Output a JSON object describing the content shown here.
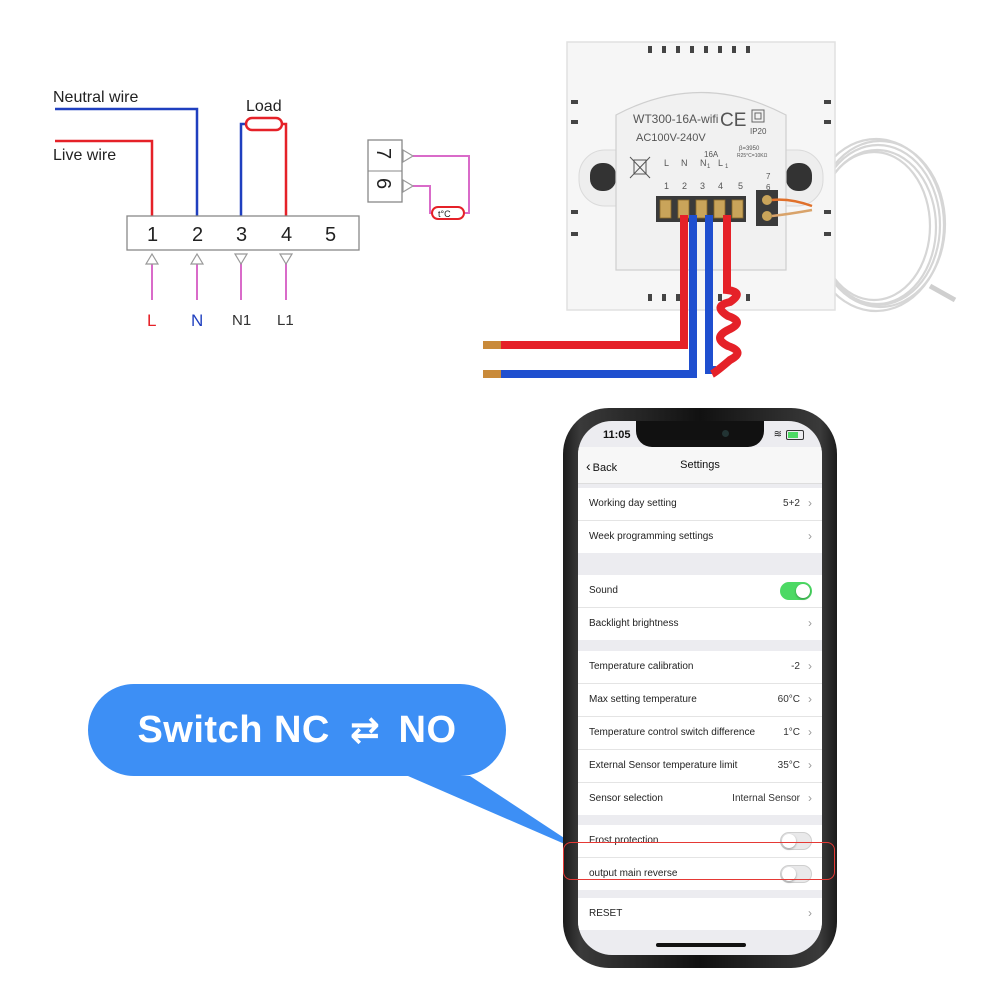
{
  "wiring": {
    "neutral_wire_label": "Neutral wire",
    "live_wire_label": "Live wire",
    "load_label": "Load",
    "terminals": [
      "1",
      "2",
      "3",
      "4",
      "5"
    ],
    "sensor_terminals": [
      "7",
      "6"
    ],
    "sensor_label": "t°C",
    "pin_labels": [
      "L",
      "N",
      "N1",
      "L1"
    ],
    "colors": {
      "live": "#e52128",
      "neutral": "#1f3fbf",
      "signal": "#d96bc9"
    }
  },
  "device": {
    "model": "WT300-16A-wifi",
    "voltage": "AC100V-240V",
    "ce_mark": "CE",
    "ip_rating": "IP20",
    "current": "16A",
    "beta": "β=3950",
    "ntc": "R25°C=10KΩ",
    "terminal_letters": [
      "L",
      "N",
      "N",
      "L"
    ],
    "terminal_subs": [
      "",
      "",
      "1",
      "1"
    ],
    "terminal_numbers": [
      "1",
      "2",
      "3",
      "4",
      "5"
    ],
    "sensor_numbers": [
      "7",
      "6"
    ]
  },
  "phone": {
    "status_time": "11:05",
    "nav": {
      "back_label": "Back",
      "title": "Settings"
    },
    "groups": [
      [
        {
          "label": "Working day setting",
          "value": "5+2",
          "type": "arrow"
        },
        {
          "label": "Week programming settings",
          "value": "",
          "type": "arrow"
        }
      ],
      [
        {
          "label": "Sound",
          "value": "",
          "type": "toggle",
          "on": true
        },
        {
          "label": "Backlight brightness",
          "value": "",
          "type": "arrow"
        }
      ],
      [
        {
          "label": "Temperature calibration",
          "value": "-2",
          "type": "arrow"
        },
        {
          "label": "Max setting temperature",
          "value": "60°C",
          "type": "arrow"
        },
        {
          "label": "Temperature control switch difference",
          "value": "1°C",
          "type": "arrow"
        },
        {
          "label": "External Sensor temperature limit",
          "value": "35°C",
          "type": "arrow"
        },
        {
          "label": "Sensor selection",
          "value": "Internal Sensor",
          "type": "arrow"
        }
      ],
      [
        {
          "label": "Frost protection",
          "value": "",
          "type": "toggle",
          "on": false
        },
        {
          "label": "output main reverse",
          "value": "",
          "type": "toggle",
          "on": false
        }
      ],
      [
        {
          "label": "RESET",
          "value": "",
          "type": "arrow"
        }
      ]
    ]
  },
  "callout": {
    "left_text": "Switch NC",
    "swap_icon": "⇄",
    "right_text": "NO",
    "color": "#3d8ff5"
  }
}
